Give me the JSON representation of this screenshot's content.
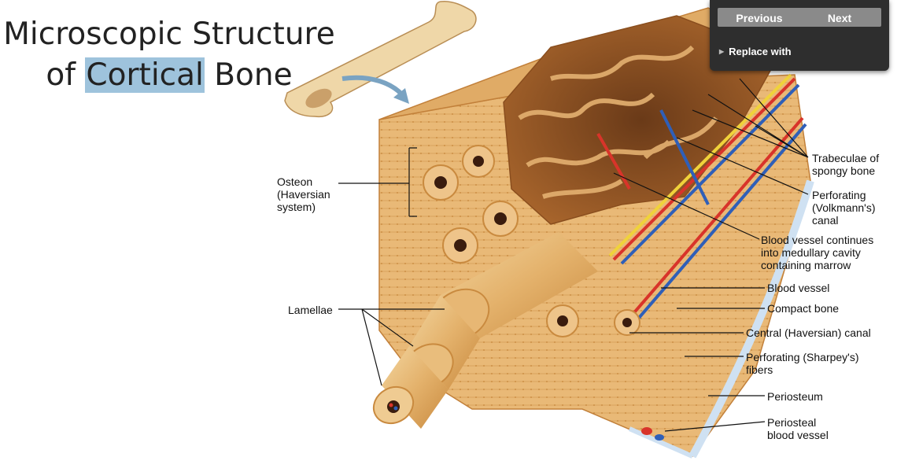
{
  "slide": {
    "title_line1": "Microscopic Structure",
    "title_line2_before": "of ",
    "title_line2_highlight": "Cortical",
    "title_line2_after": " Bone"
  },
  "findbar": {
    "previous_label": "Previous",
    "next_label": "Next",
    "replace_label": "Replace with"
  },
  "labels": {
    "trabeculae": "Trabeculae of\nspongy bone",
    "perforating_volkmann": "Perforating\n(Volkmann's)\ncanal",
    "blood_vessel_continues": "Blood vessel continues\ninto medullary cavity\ncontaining marrow",
    "blood_vessel": "Blood vessel",
    "compact_bone": "Compact bone",
    "central_canal": "Central (Haversian) canal",
    "perforating_sharpey": "Perforating (Sharpey's)\nfibers",
    "periosteum": "Periosteum",
    "periosteal_vessel": "Periosteal\nblood vessel",
    "osteon": "Osteon\n(Haversian\nsystem)",
    "lamellae": "Lamellae"
  },
  "colors": {
    "bone": "#e8b872",
    "bone_dark": "#c98a3f",
    "artery": "#d8342a",
    "vein": "#2f5fb8",
    "nerve": "#f0d23a",
    "title_highlight": "#9ec3dc",
    "findbar_bg": "#2e2e2e"
  }
}
